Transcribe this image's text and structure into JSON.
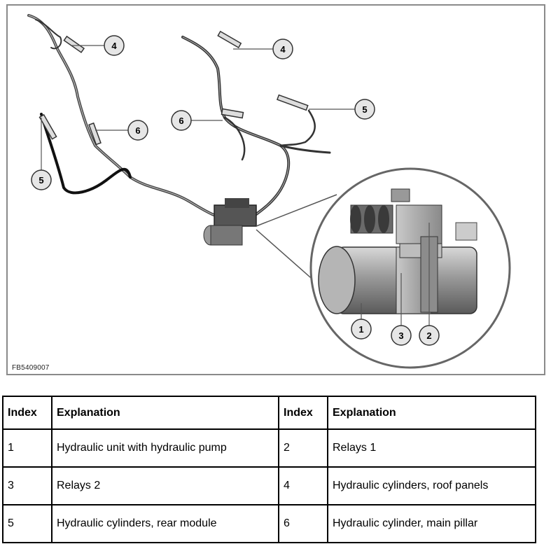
{
  "figure": {
    "code": "FB5409007",
    "callouts": [
      {
        "id": "callout-1",
        "number": "1"
      },
      {
        "id": "callout-2",
        "number": "2"
      },
      {
        "id": "callout-3",
        "number": "3"
      },
      {
        "id": "callout-4-left",
        "number": "4"
      },
      {
        "id": "callout-4-right",
        "number": "4"
      },
      {
        "id": "callout-5-left",
        "number": "5"
      },
      {
        "id": "callout-5-right",
        "number": "5"
      },
      {
        "id": "callout-6-left",
        "number": "6"
      },
      {
        "id": "callout-6-right",
        "number": "6"
      }
    ]
  },
  "table": {
    "headers": [
      "Index",
      "Explanation",
      "Index",
      "Explanation"
    ],
    "rows": [
      [
        "1",
        "Hydraulic unit with hydraulic pump",
        "2",
        "Relays 1"
      ],
      [
        "3",
        "Relays 2",
        "4",
        "Hydraulic cylinders, roof panels"
      ],
      [
        "5",
        "Hydraulic cylinders, rear module",
        "6",
        "Hydraulic cylinder, main pillar"
      ]
    ]
  }
}
